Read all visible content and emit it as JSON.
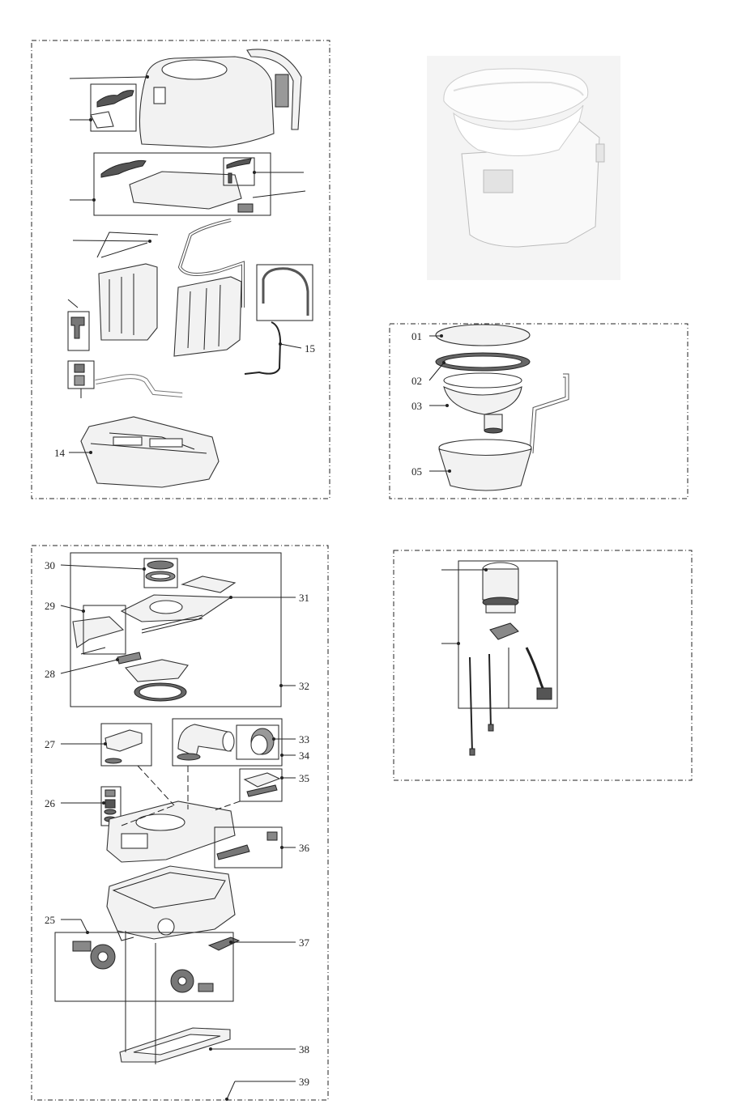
{
  "panels": {
    "top_left": {
      "labels": {
        "l14": "14",
        "l15": "15"
      }
    },
    "top_right_exploded": {
      "labels": {
        "l01": "01",
        "l02": "02",
        "l03": "03",
        "l05": "05"
      }
    },
    "bottom_left": {
      "labels": {
        "l25": "25",
        "l26": "26",
        "l27": "27",
        "l28": "28",
        "l29": "29",
        "l30": "30",
        "l31": "31",
        "l32": "32",
        "l33": "33",
        "l34": "34",
        "l35": "35",
        "l36": "36",
        "l37": "37",
        "l38": "38",
        "l39": "39"
      }
    }
  }
}
